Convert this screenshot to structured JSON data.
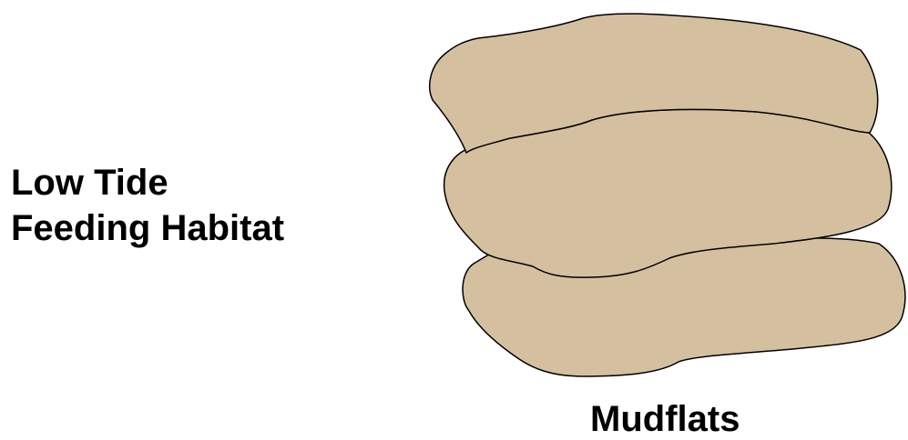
{
  "heading": {
    "line1": "Low Tide",
    "line2": "Feeding Habitat"
  },
  "caption": "Mudflats",
  "colors": {
    "mudflat_fill": "#d4c09f",
    "outline": "#000000",
    "text": "#000000"
  }
}
